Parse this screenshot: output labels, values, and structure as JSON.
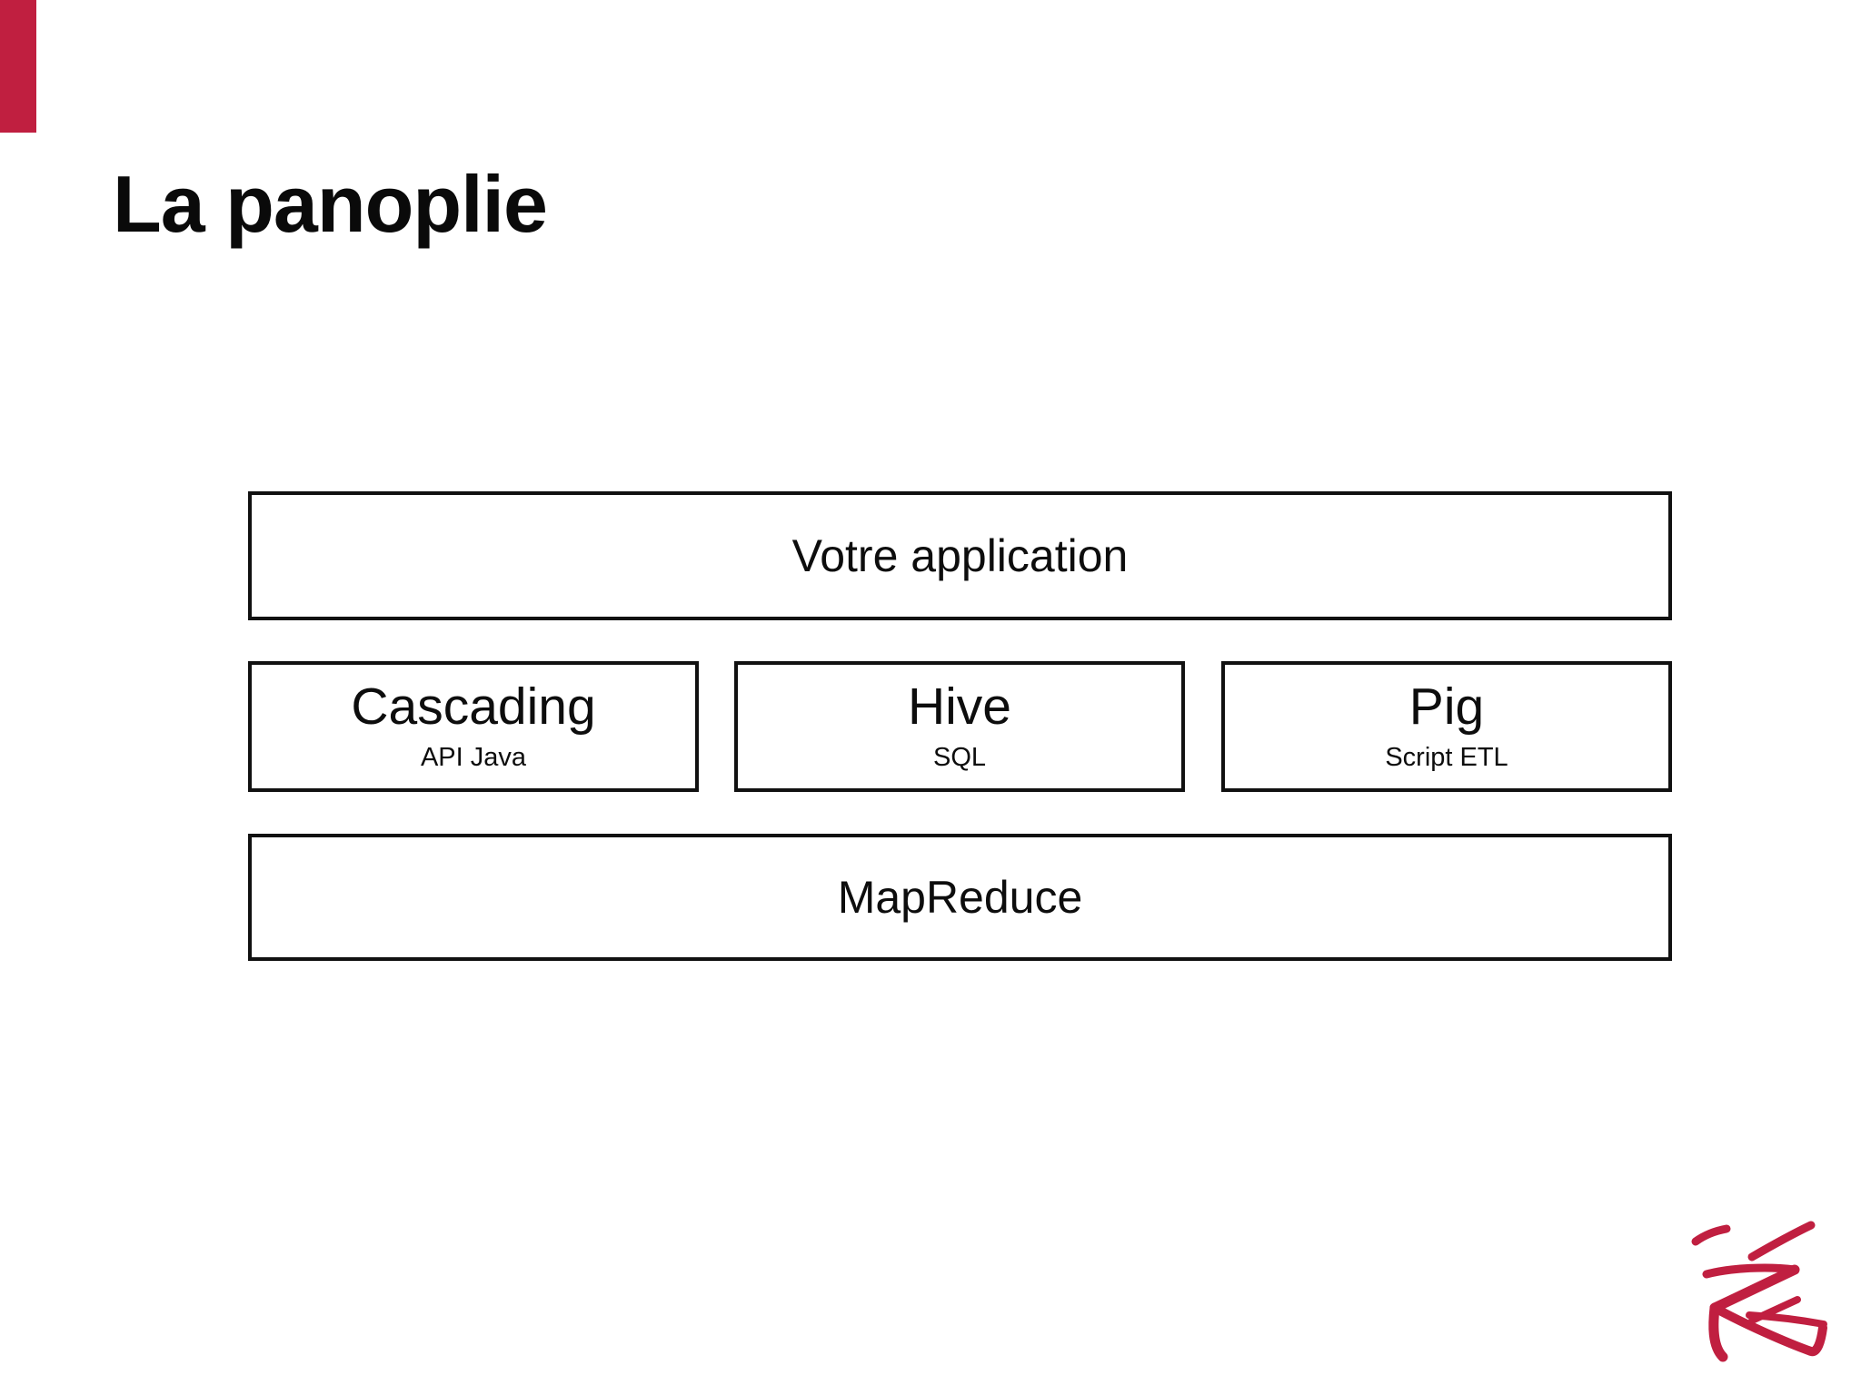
{
  "slide": {
    "title": "La panoplie",
    "background_color": "#ffffff",
    "accent_color": "#c01f40"
  },
  "diagram": {
    "application_box": {
      "label": "Votre application"
    },
    "tools_row": [
      {
        "label": "Cascading",
        "sublabel": "API Java"
      },
      {
        "label": "Hive",
        "sublabel": "SQL"
      },
      {
        "label": "Pig",
        "sublabel": "Script ETL"
      }
    ],
    "engine_box": {
      "label": "MapReduce"
    }
  },
  "logo": {
    "name": "zenika-signature-mark",
    "color": "#c01f40"
  }
}
